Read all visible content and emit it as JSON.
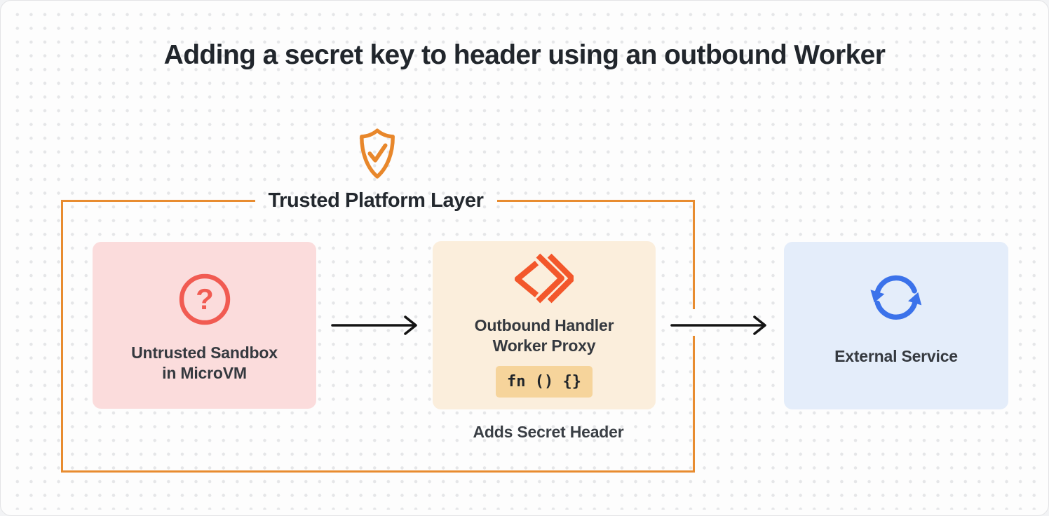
{
  "title": "Adding a secret key to header using an outbound Worker",
  "trusted_layer": {
    "label": "Trusted Platform Layer",
    "border_color": "#e88c30",
    "shield_icon_color": "#e8872b"
  },
  "nodes": {
    "sandbox": {
      "label_line1": "Untrusted Sandbox",
      "label_line2": "in MicroVM",
      "bg_color": "#fbdcdc",
      "icon": "question-mark-circle-icon",
      "icon_glyph": "?",
      "icon_color": "#f15b52"
    },
    "proxy": {
      "label_line1": "Outbound Handler",
      "label_line2": "Worker Proxy",
      "code_snippet": "fn () {}",
      "bg_color": "#fbeedc",
      "chip_bg_color": "#f6d49b",
      "icon": "code-brackets-icon",
      "icon_color": "#f3572b",
      "caption": "Adds Secret Header"
    },
    "external": {
      "label": "External Service",
      "bg_color": "#e4edfa",
      "icon": "sync-arrows-icon",
      "icon_color": "#3b72ea"
    }
  },
  "arrow_color": "#141414"
}
